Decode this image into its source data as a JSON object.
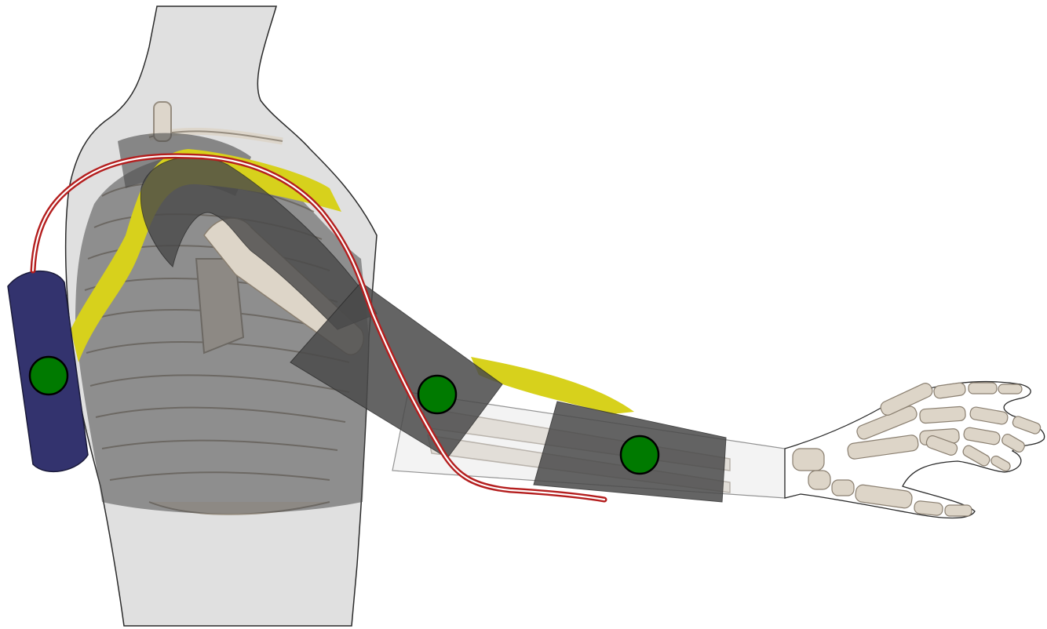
{
  "diagram": {
    "labels": [],
    "colors": {
      "background": "#ffffff",
      "body_fill": "#e0e0e0",
      "body_outline": "#2a2a2a",
      "bone_fill": "#ddd5c8",
      "bone_outline": "#8a7f70",
      "sleeve_fill": "#4a4a4a",
      "sleeve_opacity": "0.82",
      "harness_yellow": "#d7d11c",
      "battery_pack": "#33336e",
      "joint_marker": "#007a00",
      "cable_red": "#b41e1e",
      "cable_core": "#ffffff"
    },
    "components": [
      {
        "id": "torso",
        "kind": "body-silhouette"
      },
      {
        "id": "skeleton",
        "kind": "ribcage-humerus-radius-ulna-hand"
      },
      {
        "id": "shoulder-cap",
        "kind": "exoskeleton-segment"
      },
      {
        "id": "upper-arm-cuff",
        "kind": "exoskeleton-segment"
      },
      {
        "id": "forearm-cuff",
        "kind": "exoskeleton-segment"
      },
      {
        "id": "harness-strap",
        "kind": "strap"
      },
      {
        "id": "battery-pack",
        "kind": "power-unit"
      },
      {
        "id": "power-cable",
        "kind": "cable"
      },
      {
        "id": "joint-back",
        "kind": "sensor"
      },
      {
        "id": "joint-elbow",
        "kind": "sensor"
      },
      {
        "id": "joint-forearm",
        "kind": "sensor"
      }
    ]
  }
}
